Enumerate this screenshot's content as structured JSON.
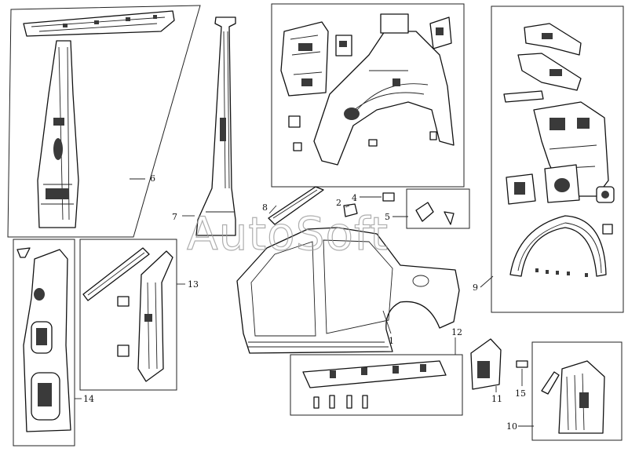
{
  "watermark": "AutoSoft",
  "callouts": [
    {
      "id": "c1",
      "label": "1"
    },
    {
      "id": "c2",
      "label": "2"
    },
    {
      "id": "c4",
      "label": "4"
    },
    {
      "id": "c5",
      "label": "5"
    },
    {
      "id": "c6",
      "label": "6"
    },
    {
      "id": "c7",
      "label": "7"
    },
    {
      "id": "c8",
      "label": "8"
    },
    {
      "id": "c9",
      "label": "9"
    },
    {
      "id": "c10",
      "label": "10"
    },
    {
      "id": "c11",
      "label": "11"
    },
    {
      "id": "c12",
      "label": "12"
    },
    {
      "id": "c13",
      "label": "13"
    },
    {
      "id": "c14",
      "label": "14"
    },
    {
      "id": "c15",
      "label": "15"
    }
  ]
}
